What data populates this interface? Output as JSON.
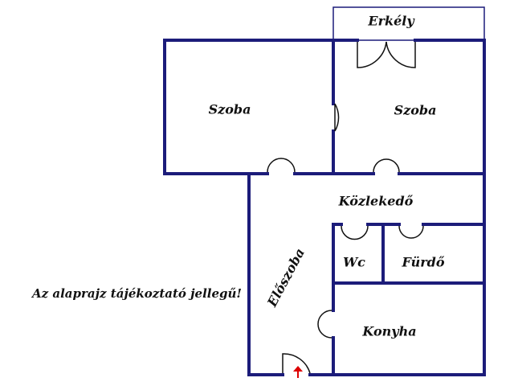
{
  "colors": {
    "wall": "#1c1c7a",
    "door": "#111111",
    "balcony_outline": "#1c1c7a",
    "entrance_arrow": "#dd0000",
    "background": "#ffffff"
  },
  "rooms": {
    "erkely": "Erkély",
    "szoba_left": "Szoba",
    "szoba_right": "Szoba",
    "kozlekedo": "Közlekedő",
    "wc": "Wc",
    "furdo": "Fürdő",
    "eloszoba": "Előszoba",
    "konyha": "Konyha"
  },
  "note": "Az alaprajz tájékoztató jellegű!",
  "icons": {
    "entrance": "up-arrow-icon"
  }
}
